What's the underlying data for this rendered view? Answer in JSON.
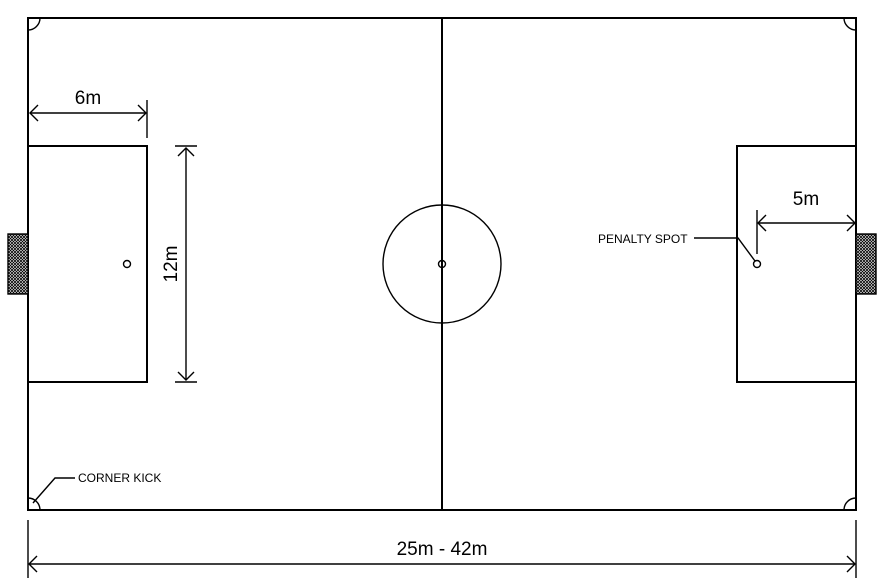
{
  "labels": {
    "goal_area_depth_left": "6m",
    "goal_area_width": "12m",
    "penalty_spot_distance": "5m",
    "penalty_spot": "PENALTY SPOT",
    "corner_kick": "CORNER KICK",
    "field_length": "25m - 42m"
  }
}
